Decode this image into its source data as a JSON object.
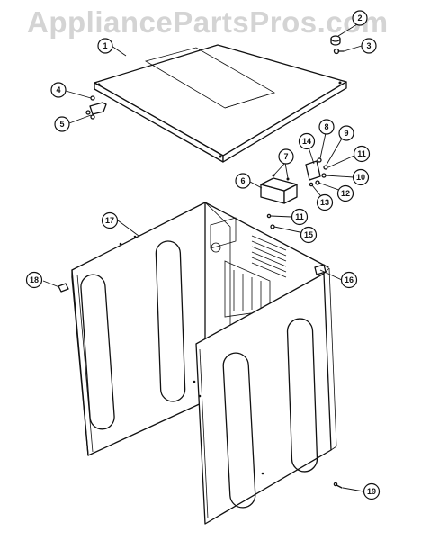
{
  "watermark": "AppliancePartsPros.com",
  "callouts": [
    {
      "label": "1"
    },
    {
      "label": "2"
    },
    {
      "label": "3"
    },
    {
      "label": "4"
    },
    {
      "label": "5"
    },
    {
      "label": "6"
    },
    {
      "label": "7"
    },
    {
      "label": "8"
    },
    {
      "label": "9"
    },
    {
      "label": "10"
    },
    {
      "label": "11"
    },
    {
      "label": "12"
    },
    {
      "label": "13"
    },
    {
      "label": "14"
    },
    {
      "label": "11"
    },
    {
      "label": "15"
    },
    {
      "label": "16"
    },
    {
      "label": "17"
    },
    {
      "label": "18"
    },
    {
      "label": "19"
    }
  ]
}
